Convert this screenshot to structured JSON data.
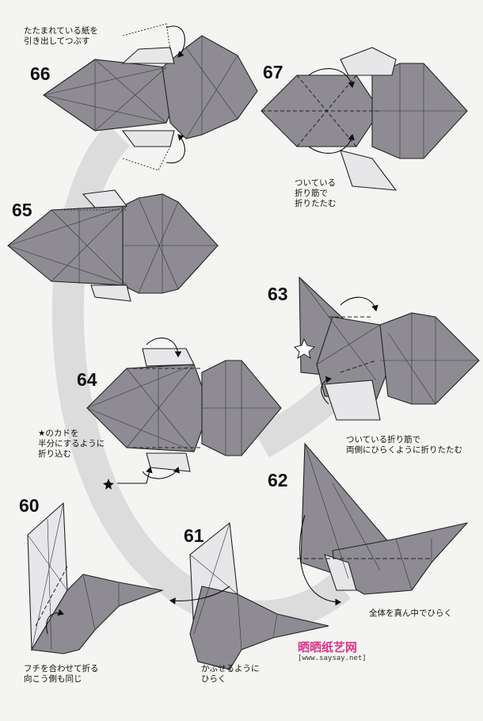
{
  "steps": {
    "s66": "66",
    "s67": "67",
    "s65": "65",
    "s63": "63",
    "s64": "64",
    "s62": "62",
    "s60": "60",
    "s61": "61"
  },
  "notes": {
    "n66": "たたまれている紙を\n引き出してつぶす",
    "n67": "ついている\n折り筋で\n折りたたむ",
    "n64": "★のカドを\n半分にするように\n折り込む",
    "n63": "ついている折り筋で\n両側にひらくように折りたたむ",
    "n62": "全体を真ん中でひらく",
    "n60": "フチを合わせて折る\n向こう側も同じ",
    "n61": "かぶせるように\nひらく"
  },
  "watermark": {
    "brand": "晒晒纸艺网",
    "url": "[www.saysay.net]"
  },
  "colors": {
    "paper": "#8e8c92",
    "paper_light": "#e7e7ea",
    "ground": "#f4f4f2",
    "brand": "#e0348a"
  }
}
